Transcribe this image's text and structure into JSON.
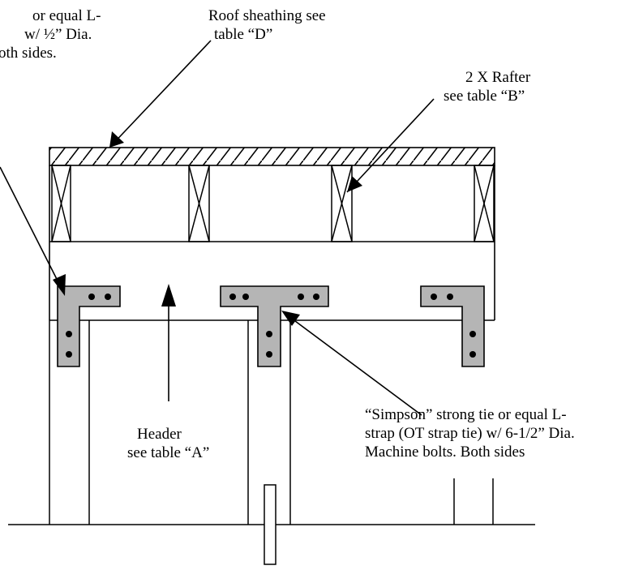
{
  "labels": {
    "top_left": [
      "or equal L-",
      "w/ ½” Dia.",
      "oth sides."
    ],
    "roof_sheathing": [
      "Roof sheathing see",
      "table “D”"
    ],
    "rafter": [
      "2 X Rafter",
      "see table “B”"
    ],
    "header": [
      "Header",
      "see table “A”"
    ],
    "simpson": [
      "“Simpson” strong tie or equal L-",
      "strap (OT strap tie) w/ 6-1/2” Dia.",
      "Machine bolts.  Both sides"
    ]
  },
  "colors": {
    "line": "#000000",
    "strap_fill": "#b5b5b5",
    "bolt": "#000000",
    "paper": "#ffffff"
  }
}
